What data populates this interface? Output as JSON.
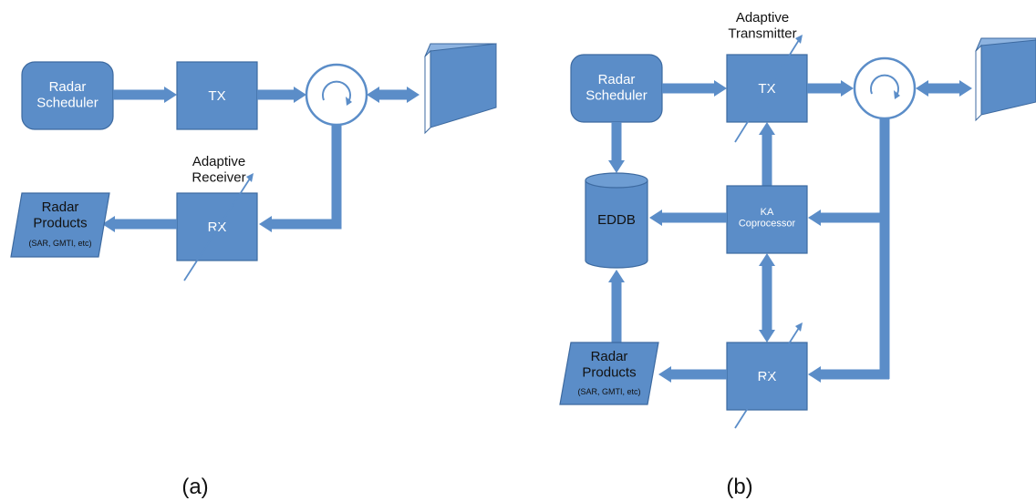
{
  "diagram_a": {
    "radar_scheduler": "Radar\nScheduler",
    "tx": "TX",
    "rx": "RX",
    "radar_products": "Radar\nProducts",
    "radar_products_sub": "(SAR, GMTI, etc)",
    "adaptive_receiver": "Adaptive\nReceiver",
    "caption": "(a)"
  },
  "diagram_b": {
    "radar_scheduler": "Radar\nScheduler",
    "tx": "TX",
    "rx": "RX",
    "eddb": "EDDB",
    "ka_coprocessor": "KA\nCoprocessor",
    "radar_products": "Radar\nProducts",
    "radar_products_sub": "(SAR, GMTI, etc)",
    "adaptive_transmitter": "Adaptive\nTransmitter",
    "caption": "(b)"
  },
  "colors": {
    "block_fill": "#5b8dc8",
    "block_stroke": "#3d6aa0",
    "text_dark": "#111111",
    "text_light": "#ffffff"
  }
}
